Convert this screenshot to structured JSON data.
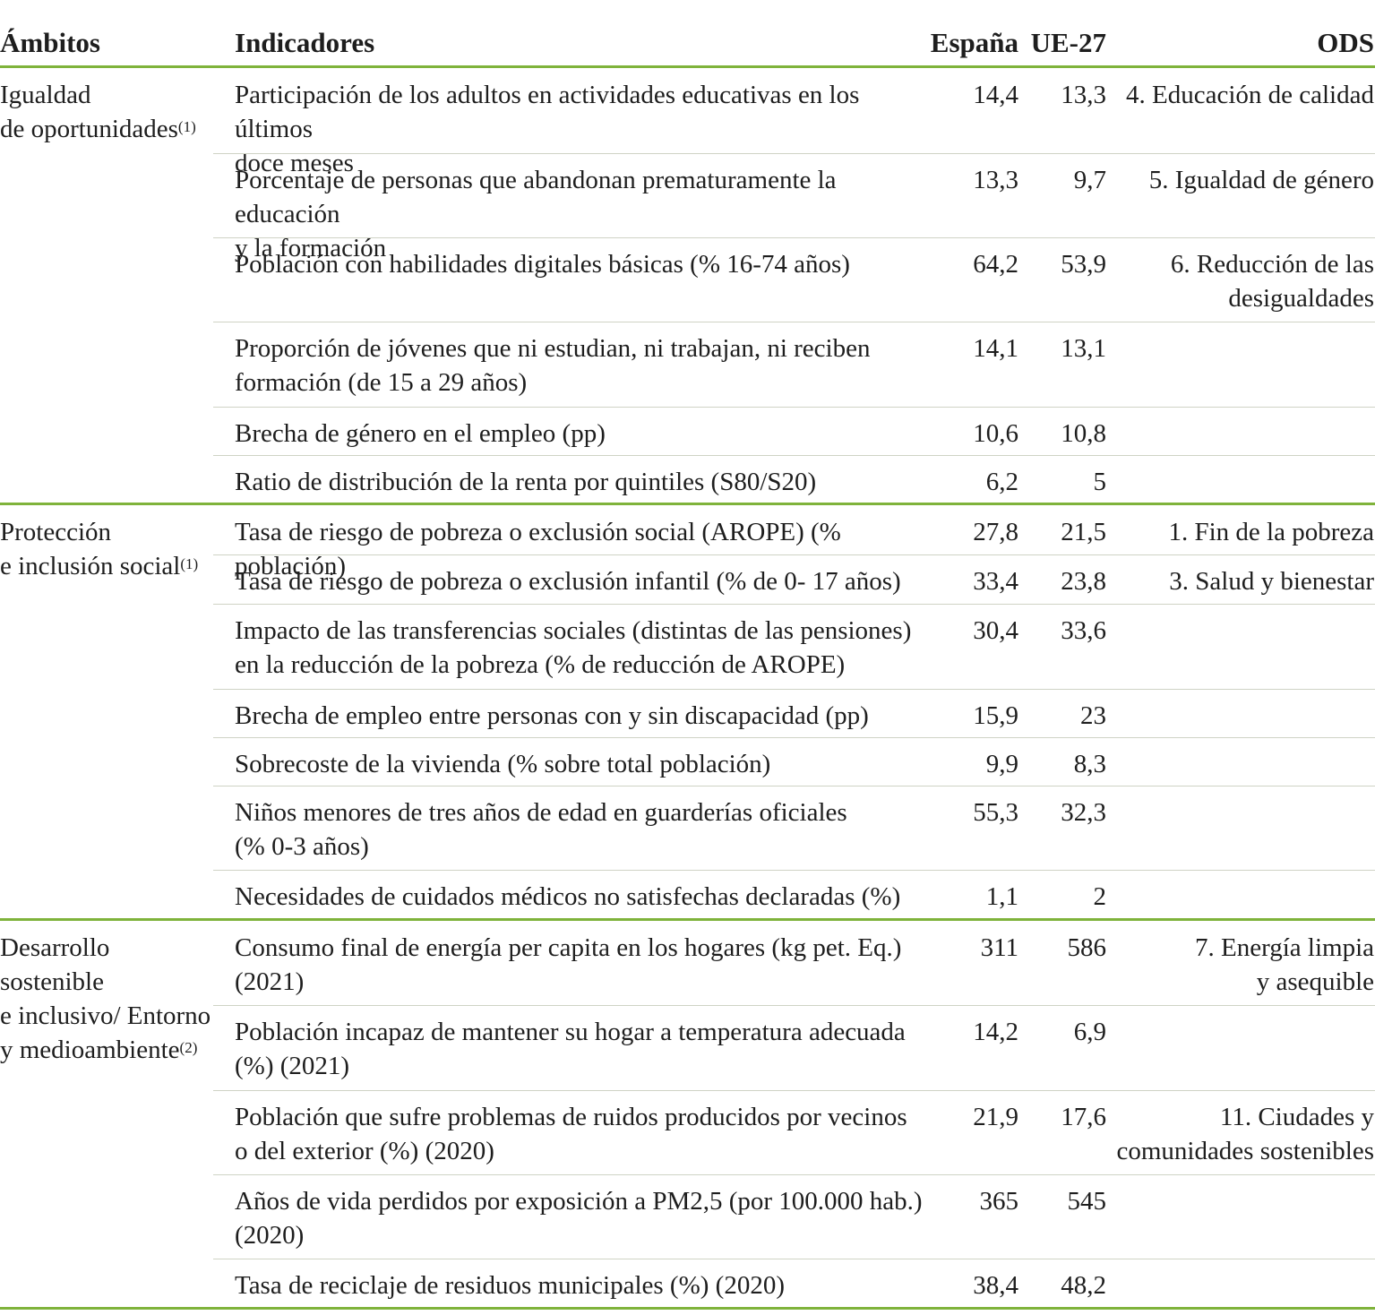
{
  "headers": {
    "ambitos": "Ámbitos",
    "indicadores": "Indicadores",
    "espana": "España",
    "ue27": "UE-27",
    "ods": "ODS"
  },
  "groups": [
    {
      "ambito": "Igualdad\nde oportunidades",
      "note": "(1)",
      "rows": [
        {
          "indicador": "Participación de los adultos en actividades educativas en los últimos\ndoce meses",
          "espana": "14,4",
          "ue27": "13,3",
          "ods": "4. Educación de calidad"
        },
        {
          "indicador": "Porcentaje de personas que abandonan prematuramente la educación\ny la formación",
          "espana": "13,3",
          "ue27": "9,7",
          "ods": "5. Igualdad de género"
        },
        {
          "indicador": "Población con habilidades digitales  básicas (% 16-74 años)",
          "espana": "64,2",
          "ue27": "53,9",
          "ods": "6. Reducción de las\ndesigualdades"
        },
        {
          "indicador": "Proporción de jóvenes que ni estudian, ni trabajan, ni reciben\nformación (de 15 a 29 años)",
          "espana": "14,1",
          "ue27": "13,1",
          "ods": ""
        },
        {
          "indicador": "Brecha de género en el empleo (pp)",
          "espana": "10,6",
          "ue27": "10,8",
          "ods": ""
        },
        {
          "indicador": "Ratio de distribución de la renta por quintiles (S80/S20)",
          "espana": "6,2",
          "ue27": "5",
          "ods": ""
        }
      ]
    },
    {
      "ambito": "Protección\ne inclusión social",
      "note": "(1)",
      "rows": [
        {
          "indicador": "Tasa de riesgo de pobreza o exclusión social (AROPE) (% población)",
          "espana": "27,8",
          "ue27": "21,5",
          "ods": "1. Fin de la pobreza"
        },
        {
          "indicador": "Tasa de riesgo de pobreza o exclusión infantil (% de 0- 17 años)",
          "espana": "33,4",
          "ue27": "23,8",
          "ods": "3. Salud y bienestar"
        },
        {
          "indicador": "Impacto de las transferencias sociales (distintas de las pensiones)\nen la reducción de la pobreza (% de reducción de AROPE)",
          "espana": "30,4",
          "ue27": "33,6",
          "ods": ""
        },
        {
          "indicador": "Brecha de empleo entre personas con y sin discapacidad (pp)",
          "espana": "15,9",
          "ue27": "23",
          "ods": ""
        },
        {
          "indicador": "Sobrecoste de la vivienda (% sobre total población)",
          "espana": "9,9",
          "ue27": "8,3",
          "ods": ""
        },
        {
          "indicador": "Niños menores de tres años de edad en guarderías oficiales\n(% 0-3 años)",
          "espana": "55,3",
          "ue27": "32,3",
          "ods": ""
        },
        {
          "indicador": "Necesidades de cuidados médicos no satisfechas declaradas (%)",
          "espana": "1,1",
          "ue27": "2",
          "ods": ""
        }
      ]
    },
    {
      "ambito": "Desarrollo sostenible\ne inclusivo/ Entorno\ny medioambiente",
      "note": "(2)",
      "rows": [
        {
          "indicador": "Consumo final de energía per capita en los hogares (kg pet. Eq.)\n(2021)",
          "espana": "311",
          "ue27": "586",
          "ods": "7. Energía limpia\ny asequible"
        },
        {
          "indicador": "Población incapaz de mantener su hogar a temperatura adecuada\n(%) (2021)",
          "espana": "14,2",
          "ue27": "6,9",
          "ods": ""
        },
        {
          "indicador": "Población que sufre problemas de ruidos producidos por vecinos\no del exterior (%) (2020)",
          "espana": "21,9",
          "ue27": "17,6",
          "ods": "11. Ciudades y\ncomunidades sostenibles"
        },
        {
          "indicador": "Años de vida perdidos por exposición a PM2,5 (por 100.000 hab.)\n(2020)",
          "espana": "365",
          "ue27": "545",
          "ods": ""
        },
        {
          "indicador": "Tasa de reciclaje de residuos municipales (%) (2020)",
          "espana": "38,4",
          "ue27": "48,2",
          "ods": ""
        }
      ]
    }
  ]
}
